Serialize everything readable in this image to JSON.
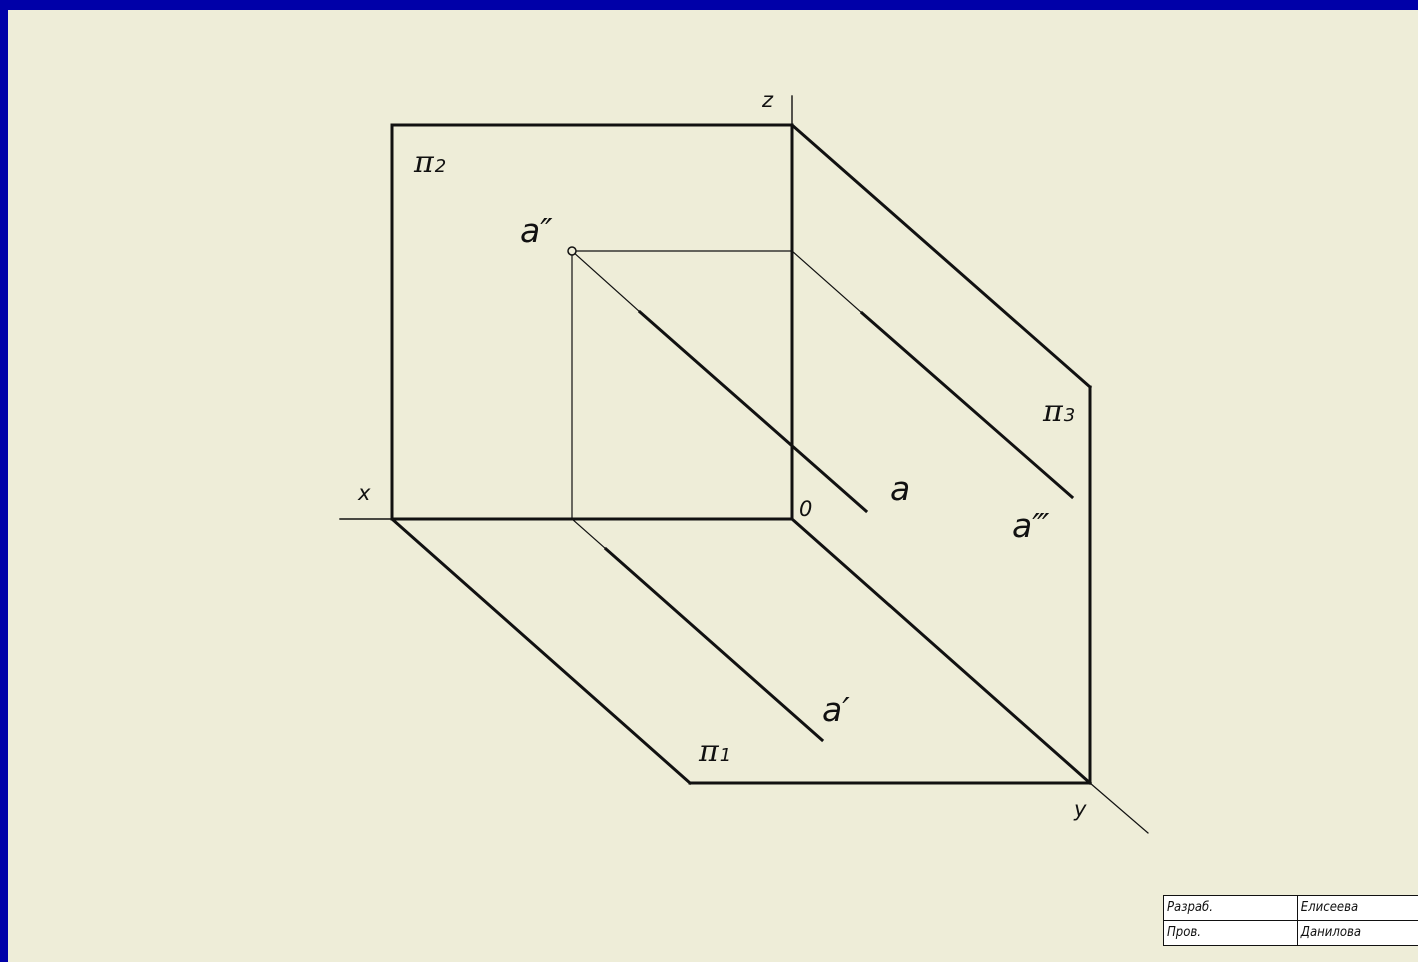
{
  "diagram": {
    "axes": {
      "x": "x",
      "y": "y",
      "z": "z",
      "origin": "0"
    },
    "planes": {
      "frontal": {
        "symbol": "π",
        "index": "2"
      },
      "horizontal": {
        "symbol": "π",
        "index": "1"
      },
      "profile": {
        "symbol": "π",
        "index": "3"
      }
    },
    "line_labels": {
      "space": "a",
      "horizontal_projection": "a′",
      "frontal_projection": "a″",
      "profile_projection": "a‴"
    }
  },
  "title_block": {
    "rows": [
      {
        "role": "Разраб.",
        "name": "Елисеева"
      },
      {
        "role": "Пров.",
        "name": "Данилова"
      }
    ]
  }
}
